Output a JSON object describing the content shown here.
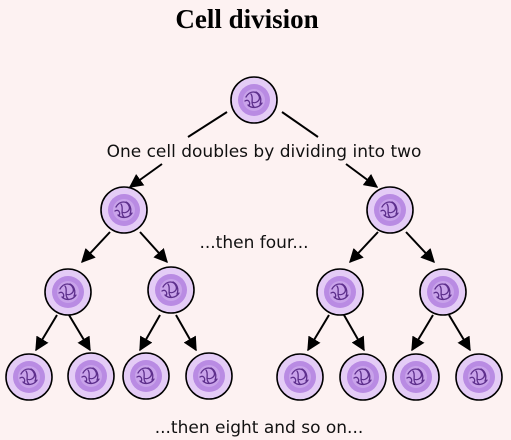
{
  "title": "Cell division",
  "captions": {
    "level1": "One cell doubles by dividing into two",
    "level2": "...then four...",
    "level3": "...then eight and so on..."
  },
  "colors": {
    "background": "#fdf2f2",
    "cell_fill": "#e4ccf6",
    "nucleus": "#b98be3",
    "chromatin": "#5d2f8c"
  },
  "tree": {
    "levels": [
      1,
      2,
      4,
      8
    ],
    "icon": "cell-icon"
  }
}
